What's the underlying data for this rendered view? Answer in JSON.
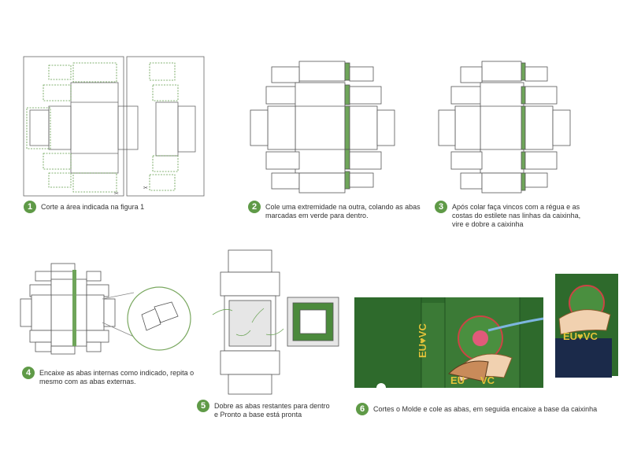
{
  "steps": [
    {
      "number": "1",
      "text": "Corte a área indicada na figura 1"
    },
    {
      "number": "2",
      "text": "Cole uma extremidade na outra, colando as abas\n   marcadas em verde para dentro."
    },
    {
      "number": "3",
      "text": "Após colar faça vincos com a régua e as\ncostas do estilete nas linhas da caixinha,\nvire e dobre a caixinha"
    },
    {
      "number": "4",
      "text": "Encaixe as abas internas como indicado, repita o\nmesmo com as abas externas."
    },
    {
      "number": "5",
      "text": "Dobre as abas restantes para dentro\ne  Pronto a base está pronta"
    },
    {
      "number": "6",
      "text": "Cortes o Molde e cole as abas, em seguida encaixe a base da caixinha"
    }
  ],
  "artwork": {
    "logo_text": "EU ♥ VC"
  },
  "colors": {
    "accent": "#5f9a47",
    "box_green": "#2e6a2c",
    "line": "#555555",
    "navy": "#1b2a4a"
  }
}
